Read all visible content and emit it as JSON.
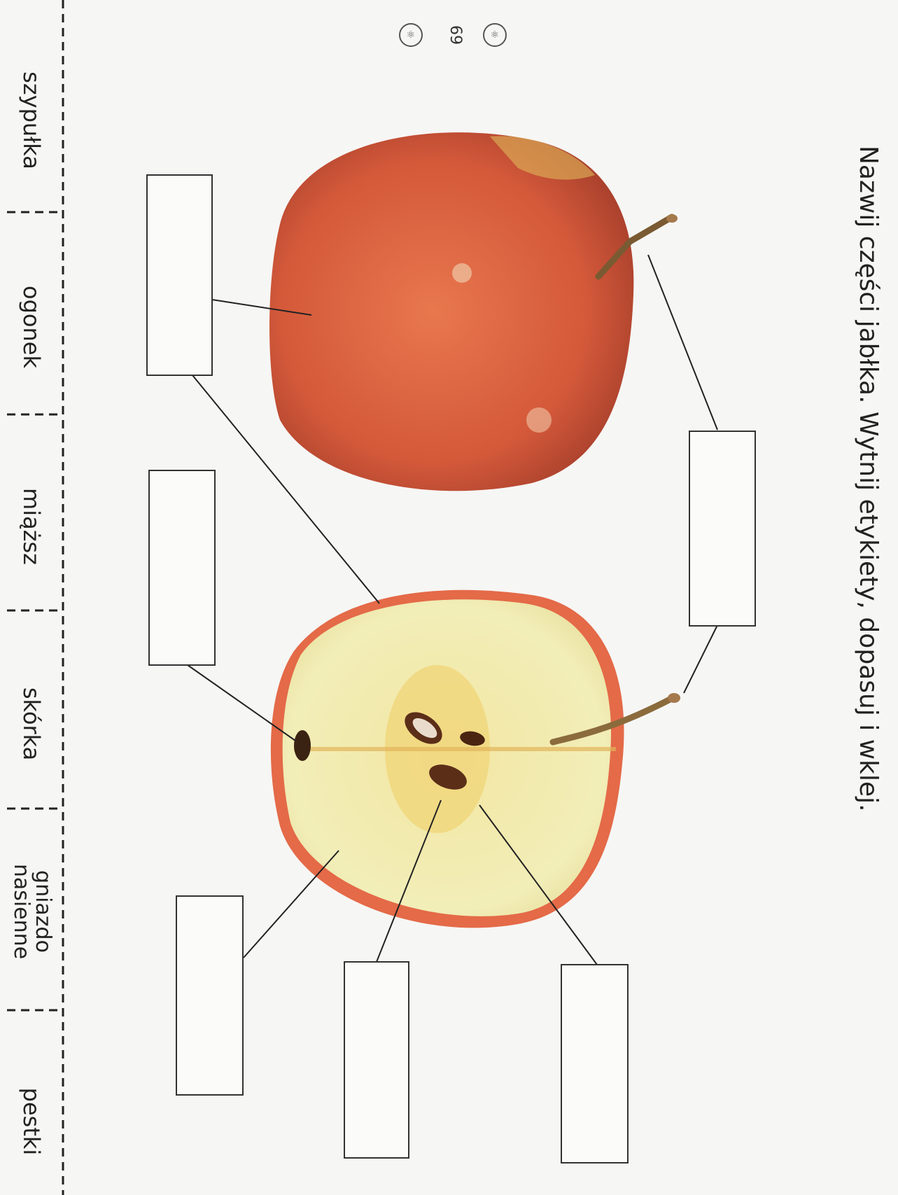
{
  "page_number": "69",
  "instruction": "Nazwij części jabłka. Wytnij etykiety, dopasuj i wklej.",
  "cut_out_labels": [
    "szypułka",
    "ogonek",
    "miąższ",
    "skórka",
    "gniazdo nasienne",
    "pestki"
  ],
  "label_boxes": [
    "",
    "",
    "",
    "",
    "",
    "",
    ""
  ],
  "icons": {
    "header_logo": "atom-icon"
  },
  "colors": {
    "apple_skin": "#d65a3c",
    "apple_flesh": "#f1e9a6",
    "seed": "#5b2e18",
    "text": "#222222"
  }
}
